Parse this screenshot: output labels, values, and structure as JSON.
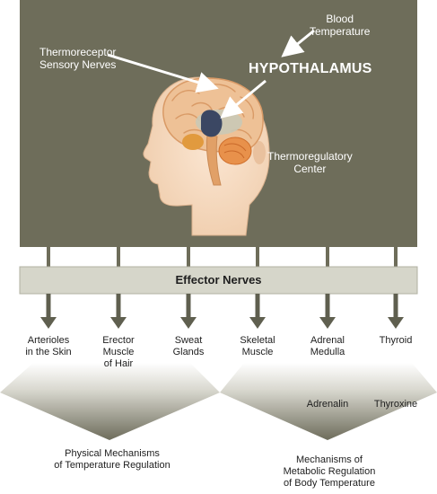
{
  "top_panel": {
    "blood_temperature": "Blood\nTemperature",
    "thermoreceptor": "Thermoreceptor\nSensory Nerves",
    "hypothalamus": "HYPOTHALAMUS",
    "thermoregulatory_center": "Thermoregulatory\nCenter"
  },
  "effector_bar": {
    "label": "Effector Nerves"
  },
  "effectors": [
    {
      "label": "Arterioles\nin the Skin"
    },
    {
      "label": "Erector\nMuscle\nof Hair"
    },
    {
      "label": "Sweat\nGlands"
    },
    {
      "label": "Skeletal\nMuscle"
    },
    {
      "label": "Adrenal\nMedulla"
    },
    {
      "label": "Thyroid"
    }
  ],
  "hormones": [
    {
      "label": "Adrenalin"
    },
    {
      "label": "Thyroxine"
    }
  ],
  "mechanisms": {
    "physical": "Physical Mechanisms\nof Temperature Regulation",
    "metabolic": "Mechanisms of\nMetabolic Regulation\nof Body Temperature"
  },
  "colors": {
    "panel": "#6e6d5a",
    "bar": "#d6d6ca",
    "arrow": "#5f5f4f",
    "skin": "#f6dcc2",
    "brain": "#eec196",
    "hypothalamus": "#3b4763",
    "cerebellum": "#e8914b"
  }
}
